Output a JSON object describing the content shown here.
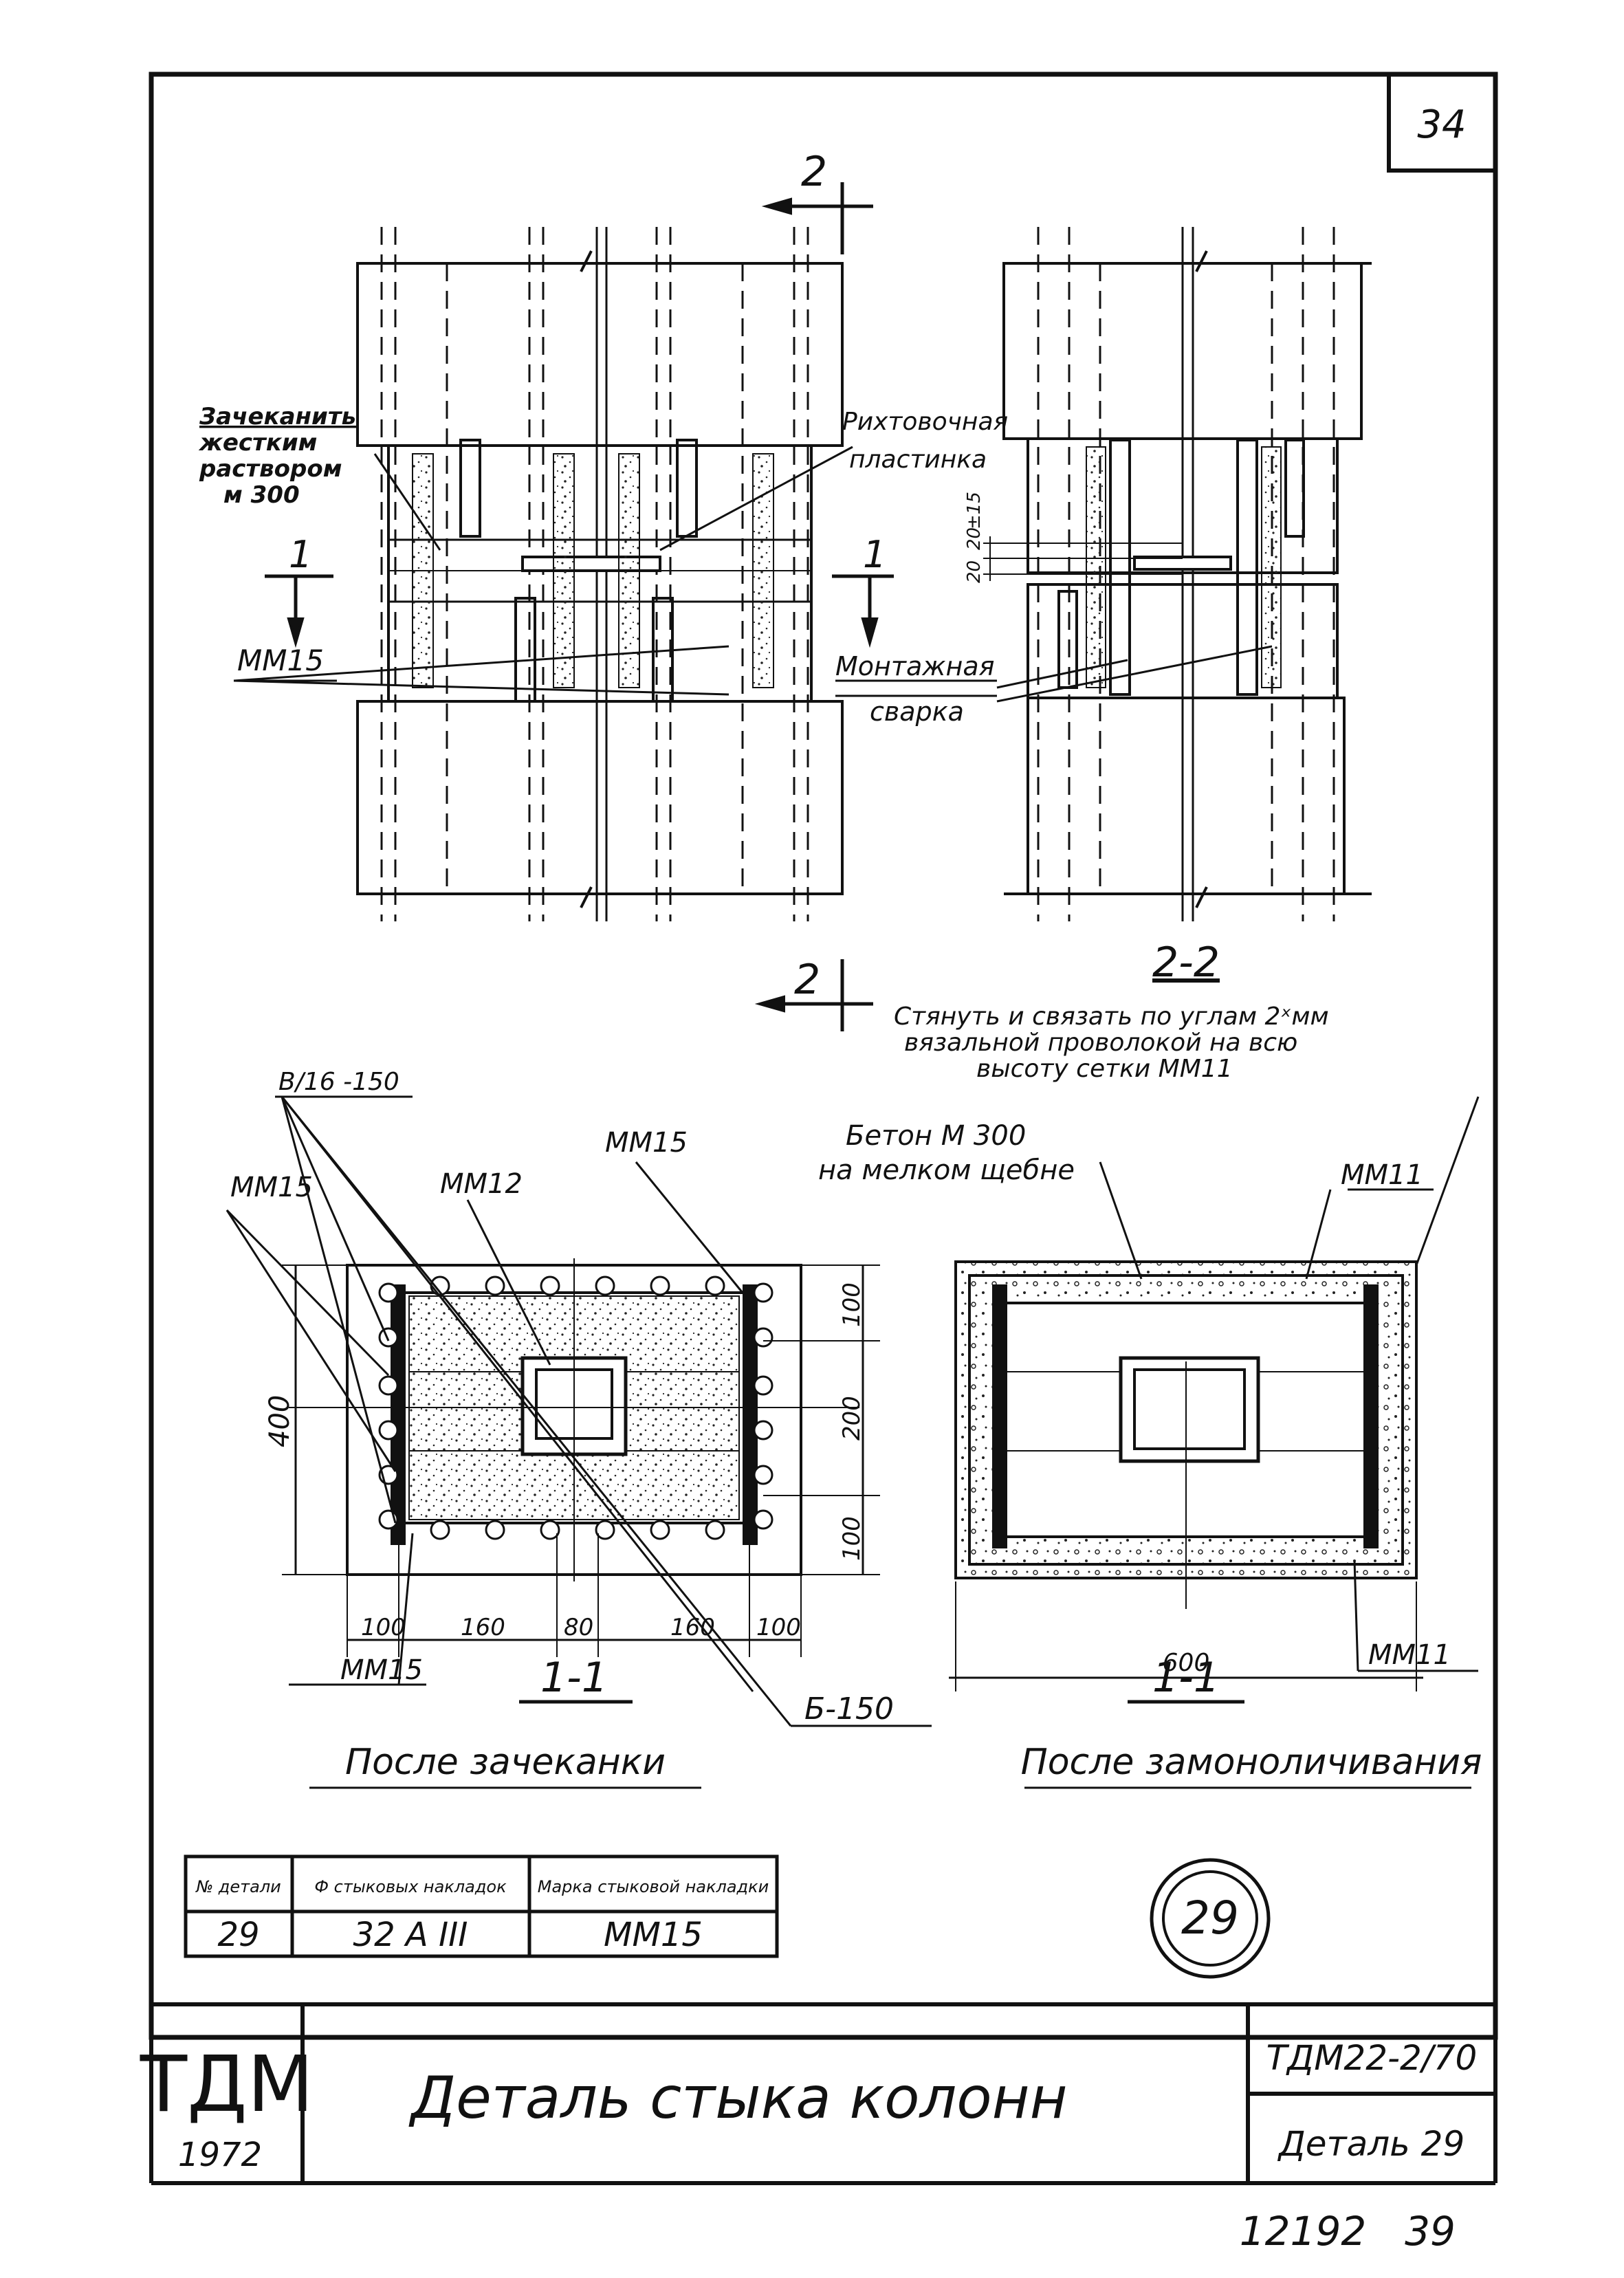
{
  "sheet": {
    "number": "34",
    "org": "ТДМ",
    "year": "1972",
    "title": "Деталь стыка колонн",
    "code": "ТДМ22-2/70",
    "detail_ref": "Деталь 29",
    "bottom_number": "12192",
    "bottom_page": "39"
  },
  "elevation": {
    "section_mark": "2",
    "cut_mark": "1",
    "label_caulk": [
      "Зачеканить",
      "жестким",
      "раствором",
      "м 300"
    ],
    "label_mm15": "ММ15",
    "label_plate": [
      "Рихтовочная",
      "пластинка"
    ],
    "label_weld": [
      "Монтажная",
      "сварка"
    ],
    "dims": [
      "20",
      "20",
      "±15"
    ]
  },
  "section22": {
    "title": "2-2",
    "note": [
      "Стянуть и связать по углам 2ˣмм",
      "вязальной проволокой на всю",
      "высоту сетки ММ11"
    ]
  },
  "section11_left": {
    "title": "1-1",
    "caption": "После зачеканки",
    "label_b16": "В/16 -150",
    "label_mm15_top": "ММ15",
    "label_mm15_left": "ММ15",
    "label_mm12": "ММ12",
    "label_mm15_bottom": "ММ15",
    "label_b150": "Б-150",
    "dim_height": "400",
    "dims_right": [
      "100",
      "200",
      "100"
    ],
    "dims_bottom": [
      "100",
      "160",
      "80",
      "160",
      "100"
    ]
  },
  "section11_right": {
    "title": "1-1",
    "caption": "После замоноличивания",
    "label_concrete": [
      "Бетон М 300",
      "на мелком щебне"
    ],
    "label_mm11_top": "ММ11",
    "label_mm11_bottom": "ММ11",
    "dim_width": "600"
  },
  "table": {
    "headers": [
      "№ детали",
      "Ф стыковых накладок",
      "Марка стыковой накладки"
    ],
    "row": [
      "29",
      "32 А III",
      "ММ15"
    ]
  },
  "detail_badge": "29"
}
